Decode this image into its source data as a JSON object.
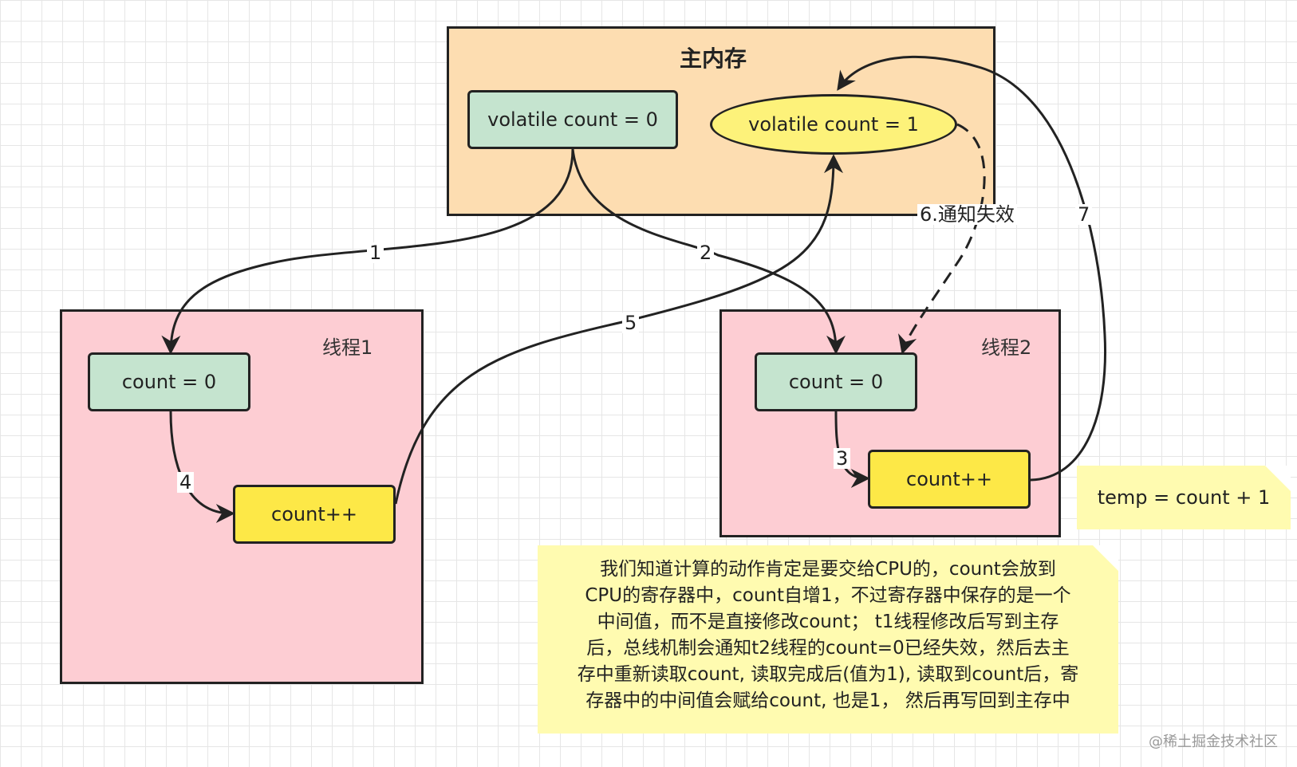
{
  "main_memory": {
    "title": "主内存",
    "var_old": "volatile count = 0",
    "var_new": "volatile count = 1"
  },
  "thread1": {
    "label": "线程1",
    "count_node": "count = 0",
    "increment_node": "count++"
  },
  "thread2": {
    "label": "线程2",
    "count_node": "count = 0",
    "increment_node": "count++"
  },
  "edges": {
    "e1": "1",
    "e2": "2",
    "e3": "3",
    "e4": "4",
    "e5": "5",
    "e6": "6.通知失效",
    "e7": "7"
  },
  "notes": {
    "temp": "temp = count + 1",
    "explanation_lines": [
      "我们知道计算的动作肯定是要交给CPU的，count会放到",
      "CPU的寄存器中，count自增1，不过寄存器中保存的是一个",
      "中间值，而不是直接修改count； t1线程修改后写到主存",
      "后，总线机制会通知t2线程的count=0已经失效，然后去主",
      "存中重新读取count, 读取完成后(值为1), 读取到count后，寄",
      "存器中的中间值会赋给count, 也是1，  然后再写回到主存中"
    ]
  },
  "watermark": "@稀土掘金技术社区",
  "colors": {
    "main_memory_bg": "#fdddb1",
    "thread_bg": "#fdcdd3",
    "green_node": "#c5e4cf",
    "yellow_node": "#fde847",
    "note_bg": "#fffbb0"
  }
}
